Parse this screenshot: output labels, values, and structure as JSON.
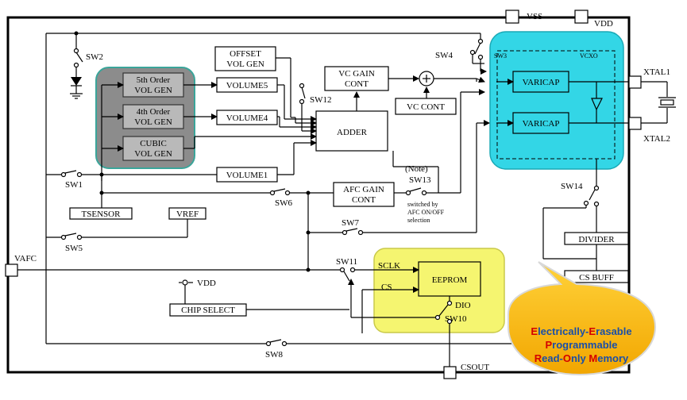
{
  "pins": {
    "vss": "VSS",
    "vdd": "VDD",
    "xtal1": "XTAL1",
    "xtal2": "XTAL2",
    "vafc": "VAFC",
    "csout": "CSOUT"
  },
  "switches": {
    "sw1": "SW1",
    "sw2": "SW2",
    "sw3": "SW3",
    "sw4": "SW4",
    "sw5": "SW5",
    "sw6": "SW6",
    "sw7": "SW7",
    "sw8": "SW8",
    "sw10": "SW10",
    "sw11": "SW11",
    "sw12": "SW12",
    "sw13": "SW13",
    "sw14": "SW14"
  },
  "blocks": {
    "fifth_order_1": "5th Order",
    "fifth_order_2": "VOL GEN",
    "fourth_order_1": "4th Order",
    "fourth_order_2": "VOL GEN",
    "cubic_1": "CUBIC",
    "cubic_2": "VOL GEN",
    "volume5": "VOLUME5",
    "volume4": "VOLUME4",
    "volume1": "VOLUME1",
    "offset_1": "OFFSET",
    "offset_2": "VOL GEN",
    "vc_gain_1": "VC GAIN",
    "vc_gain_2": "CONT",
    "adder": "ADDER",
    "vc_cont": "VC CONT",
    "varicap_top": "VARICAP",
    "varicap_bottom": "VARICAP",
    "vcxo": "VCXO",
    "afc_gain_1": "AFC GAIN",
    "afc_gain_2": "CONT",
    "tsensor": "TSENSOR",
    "vref": "VREF",
    "divider": "DIVIDER",
    "cs_buff": "CS BUFF",
    "eeprom": "EEPROM",
    "chip_select": "CHIP SELECT",
    "vdd_supply": "VDD"
  },
  "signals": {
    "sclk": "SCLK",
    "cs": "CS",
    "dio": "DIO"
  },
  "notes": {
    "note": "(Note)",
    "switched_1": "switched by",
    "switched_2": "AFC ON/OFF",
    "switched_3": "selection"
  },
  "callout": {
    "line1_cap1": "E",
    "line1_rest1": "lectrically-",
    "line1_cap2": "E",
    "line1_rest2": "rasable",
    "line2_cap": "P",
    "line2_rest": "rogrammable",
    "line3_cap1": "R",
    "line3_rest1": "ead-",
    "line3_cap2": "O",
    "line3_rest2": "nly ",
    "line3_cap3": "M",
    "line3_rest3": "emory"
  },
  "colors": {
    "vcxo_fill": "#33d6e6",
    "eeprom_fill": "#f5f570",
    "gray_group": "#8c8c8c",
    "callout_fill": "#f7b500",
    "callout_red": "#d40000",
    "callout_blue": "#1a4fa8"
  }
}
